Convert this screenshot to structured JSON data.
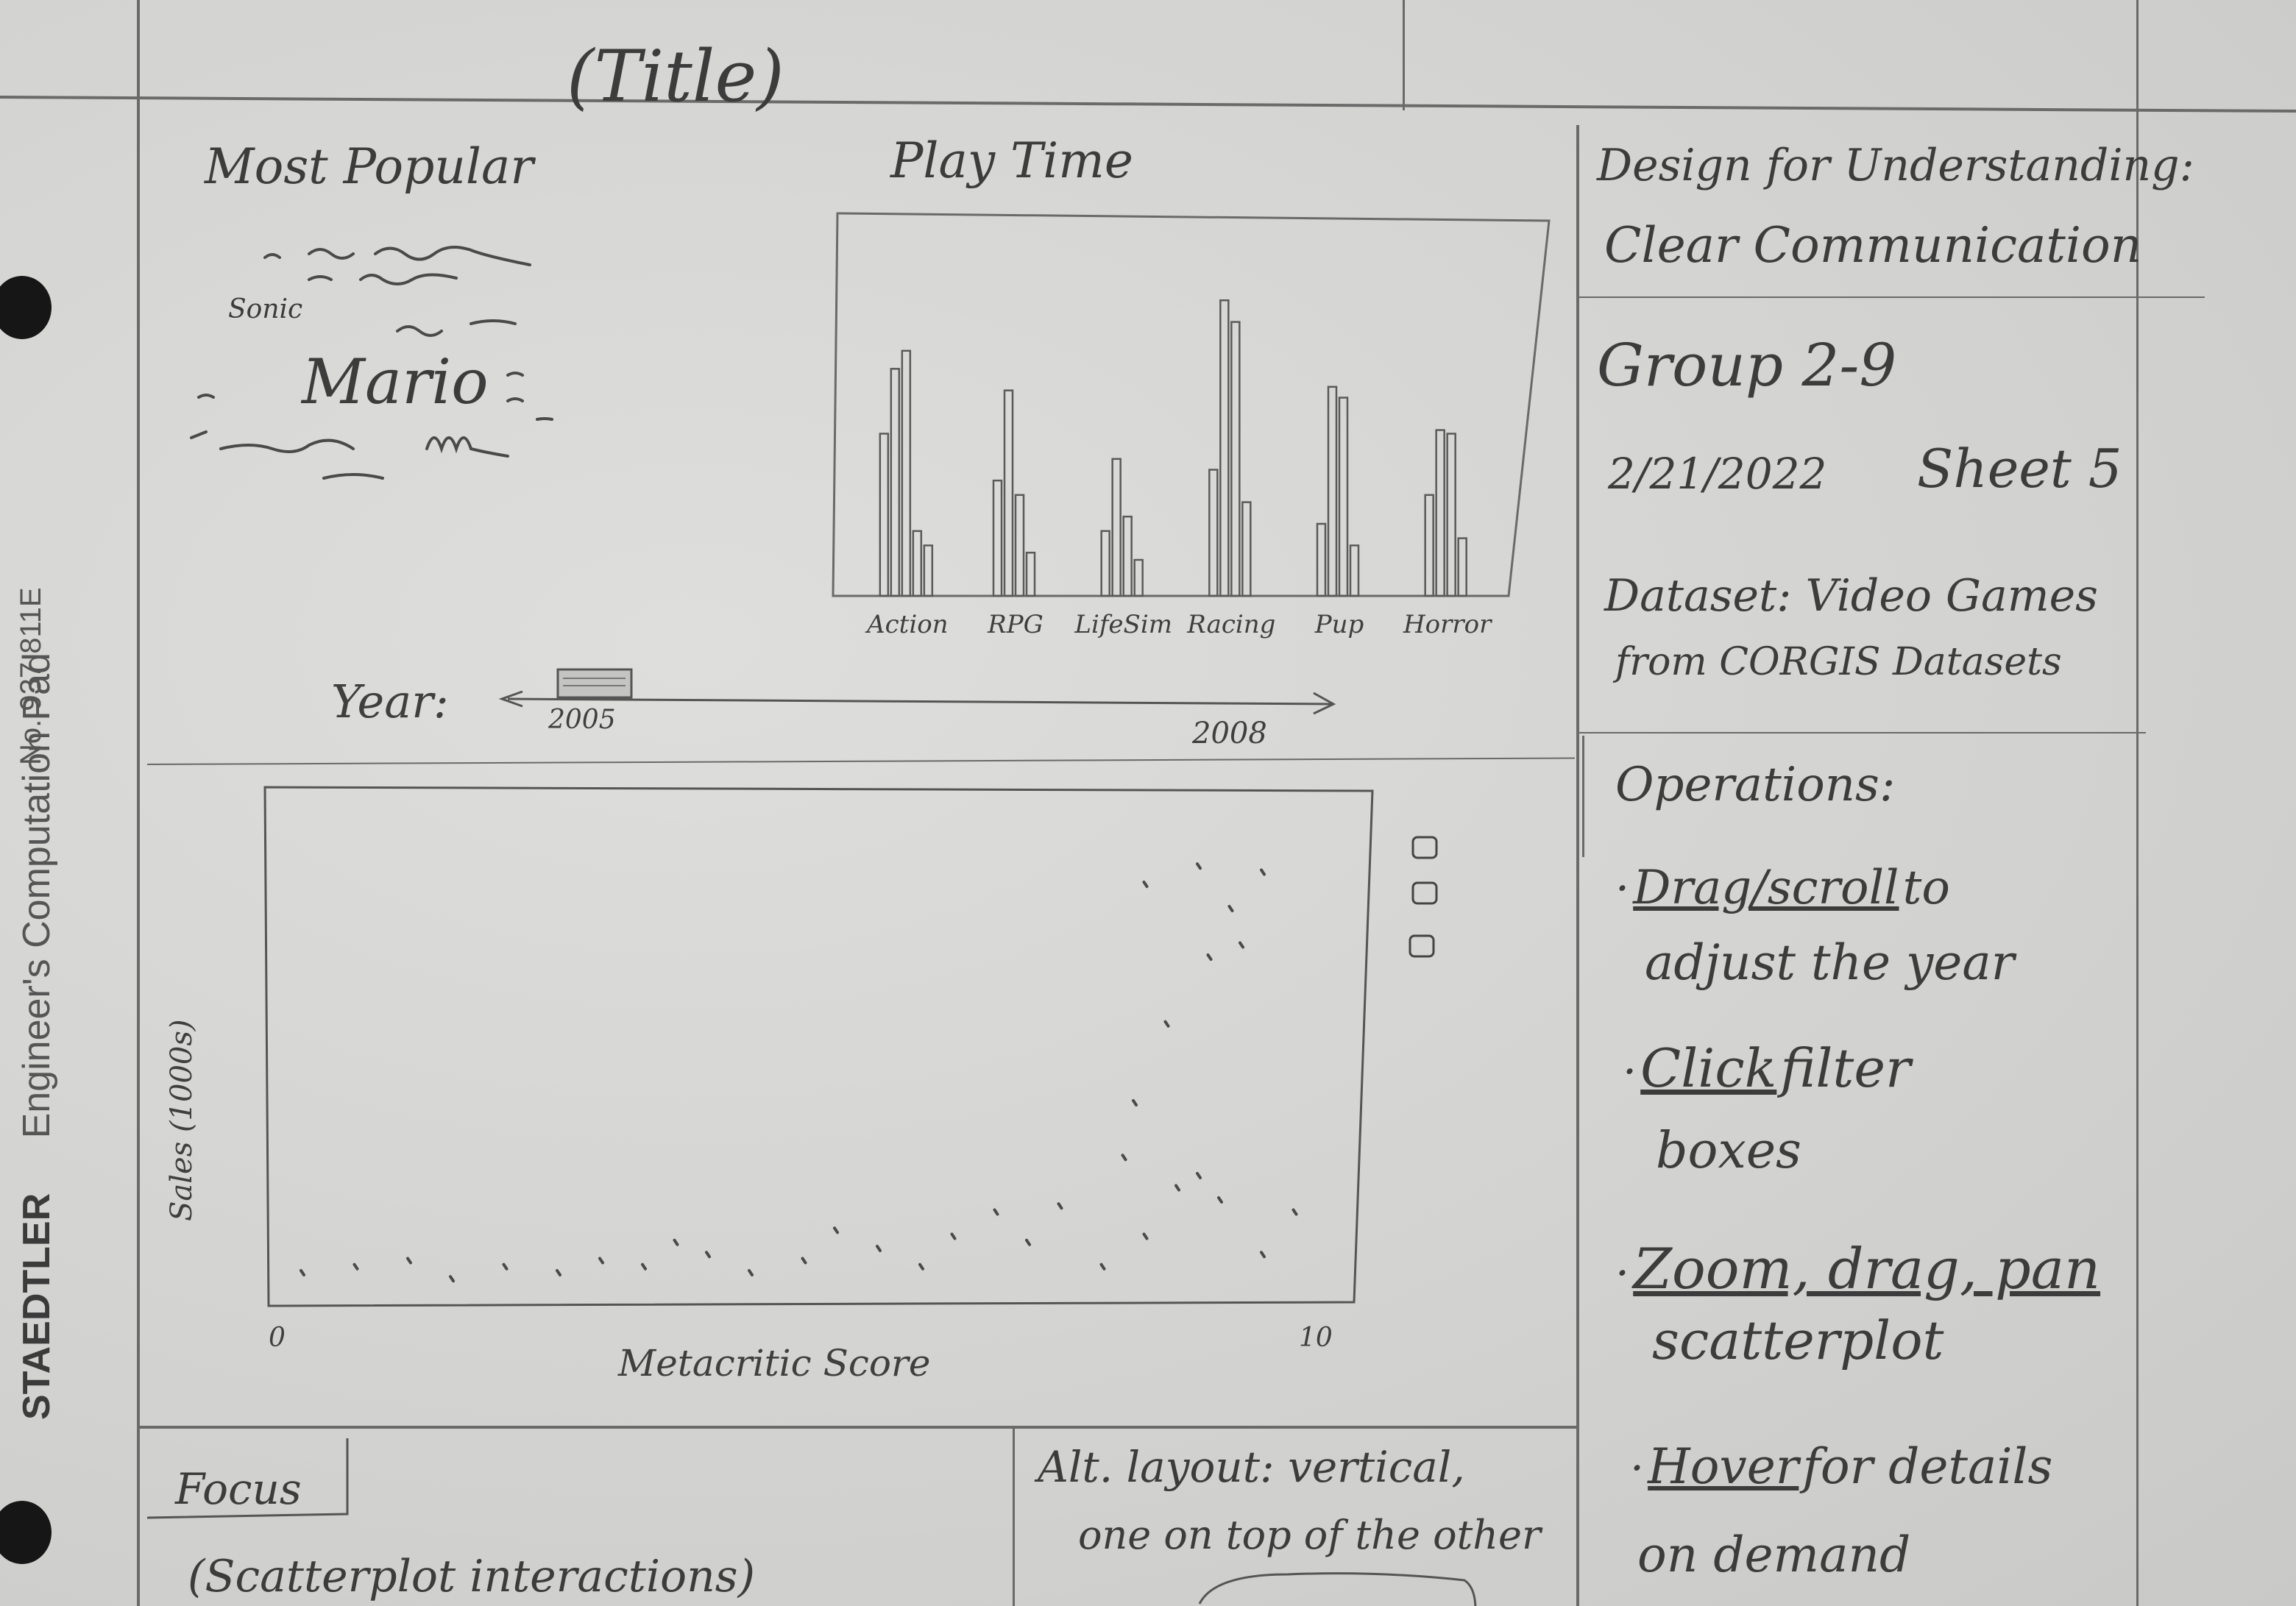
{
  "margin": {
    "brand": "STAEDTLER",
    "pad_name": "Engineer's Computation Pad",
    "catalog": "No. 937 811E"
  },
  "header": {
    "title_placeholder": "(Title)"
  },
  "popular": {
    "heading": "Most Popular",
    "items": [
      "Sonic",
      "Mario"
    ]
  },
  "playtime": {
    "heading": "Play Time"
  },
  "year_slider": {
    "label": "Year:",
    "start": "2005",
    "end": "2008"
  },
  "scatter": {
    "y_label": "Sales (1000s)",
    "x_label": "Metacritic Score",
    "x_min": "0",
    "x_max": "10"
  },
  "chart_data": [
    {
      "type": "bar",
      "title": "Play Time",
      "categories": [
        "Action",
        "RPG",
        "LifeSim",
        "Racing",
        "Pup",
        "Horror"
      ],
      "series": [
        {
          "values": [
            45,
            63,
            68,
            18,
            14
          ]
        },
        {
          "values": [
            32,
            57,
            28,
            12
          ]
        },
        {
          "values": [
            18,
            38,
            22,
            10
          ]
        },
        {
          "values": [
            35,
            82,
            76,
            26
          ]
        },
        {
          "values": [
            20,
            58,
            55,
            14
          ]
        },
        {
          "values": [
            28,
            46,
            45,
            16
          ]
        }
      ]
    },
    {
      "type": "scatter",
      "xlabel": "Metacritic Score",
      "ylabel": "Sales (1000s)",
      "xlim": [
        0,
        10
      ],
      "points": [
        [
          0.2,
          0.4
        ],
        [
          0.7,
          0.5
        ],
        [
          1.2,
          0.6
        ],
        [
          1.6,
          0.3
        ],
        [
          2.1,
          0.5
        ],
        [
          2.6,
          0.4
        ],
        [
          3.0,
          0.6
        ],
        [
          3.4,
          0.5
        ],
        [
          3.7,
          0.9
        ],
        [
          4.0,
          0.7
        ],
        [
          4.4,
          0.4
        ],
        [
          4.9,
          0.6
        ],
        [
          5.2,
          1.1
        ],
        [
          5.6,
          0.8
        ],
        [
          6.0,
          0.5
        ],
        [
          6.3,
          1.0
        ],
        [
          6.7,
          1.4
        ],
        [
          7.0,
          0.9
        ],
        [
          7.3,
          1.5
        ],
        [
          7.7,
          0.5
        ],
        [
          8.1,
          1.0
        ],
        [
          8.4,
          1.8
        ],
        [
          8.8,
          1.6
        ],
        [
          7.9,
          2.3
        ],
        [
          8.6,
          2.0
        ],
        [
          8.0,
          3.2
        ],
        [
          8.3,
          4.5
        ],
        [
          8.7,
          5.6
        ],
        [
          8.9,
          6.4
        ],
        [
          8.1,
          6.8
        ],
        [
          8.6,
          7.1
        ],
        [
          9.2,
          7.0
        ],
        [
          9.0,
          5.8
        ],
        [
          9.5,
          1.4
        ],
        [
          9.2,
          0.7
        ]
      ]
    }
  ],
  "filter_boxes": [
    "",
    "",
    ""
  ],
  "sidebar": {
    "heading_line1": "Design for Understanding:",
    "heading_line2": "Clear Communication",
    "group": "Group 2-9",
    "date": "2/21/2022",
    "sheet": "Sheet 5",
    "dataset_line1": "Dataset: Video Games",
    "dataset_line2": "from CORGIS Datasets",
    "operations_heading": "Operations:",
    "ops": [
      {
        "action": "Drag/scroll",
        "rest": "to",
        "line2": "adjust the year"
      },
      {
        "action": "Click",
        "rest": "filter",
        "line2": "boxes"
      },
      {
        "action": "Zoom, drag, pan",
        "rest": "",
        "line2": "scatterplot"
      },
      {
        "action": "Hover",
        "rest": "for details",
        "line2": "on demand"
      }
    ]
  },
  "bottom": {
    "focus_label": "Focus",
    "focus_note": "(Scatterplot interactions)",
    "alt_note_line1": "Alt. layout: vertical,",
    "alt_note_line2": "one on top of the other"
  }
}
